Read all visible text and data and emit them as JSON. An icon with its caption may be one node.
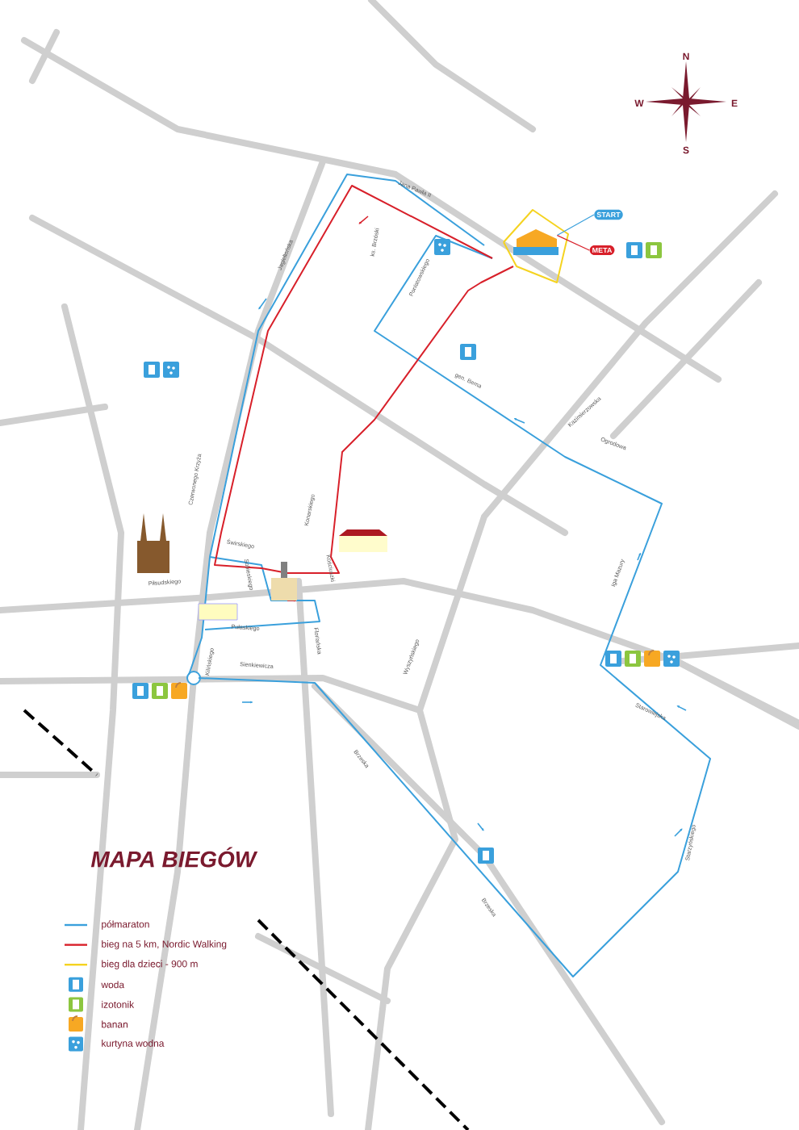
{
  "diagram": {
    "title": "MAPA BIEGÓW",
    "nodes": [
      {
        "text": [
          "START"
        ]
      },
      {
        "text": [
          "META"
        ]
      },
      {
        "text": [],
        "shape": "picture"
      }
    ],
    "edges": [
      {
        "from": 0,
        "to": 2,
        "arrow": "none",
        "color": "#3aa0dc"
      },
      {
        "from": 1,
        "to": 2,
        "arrow": "none",
        "color": "#d8202a"
      }
    ],
    "labels": [
      "N",
      "W",
      "E",
      "S",
      "Jana Pawła II",
      "Jagiellońska",
      "ks. Brzóski",
      "Poniatowskiego",
      "gen. Bema",
      "Kazimierzowska",
      "Ogrodowa",
      "Czerwonego Krzyża",
      "Świrskiego",
      "Konarskiego",
      "Piłsudskiego",
      "Sobieskiego",
      "Kościuszki",
      "Iga Mazury",
      "Pułaskiego",
      "Floriańska",
      "Kilińskiego",
      "Sienkiewicza",
      "Wyszyńskiego",
      "Starowiejska",
      "Brzeska",
      "Starzyńskiego",
      "Brzeska"
    ],
    "legend": [
      {
        "text": "półmaraton"
      },
      {
        "text": "bieg na 5 km, Nordic Walking"
      },
      {
        "text": "bieg dla dzieci - 900 m"
      },
      {
        "text": "woda"
      },
      {
        "text": "izotonik"
      },
      {
        "text": "banan"
      },
      {
        "text": "kurtyna wodna"
      }
    ]
  }
}
